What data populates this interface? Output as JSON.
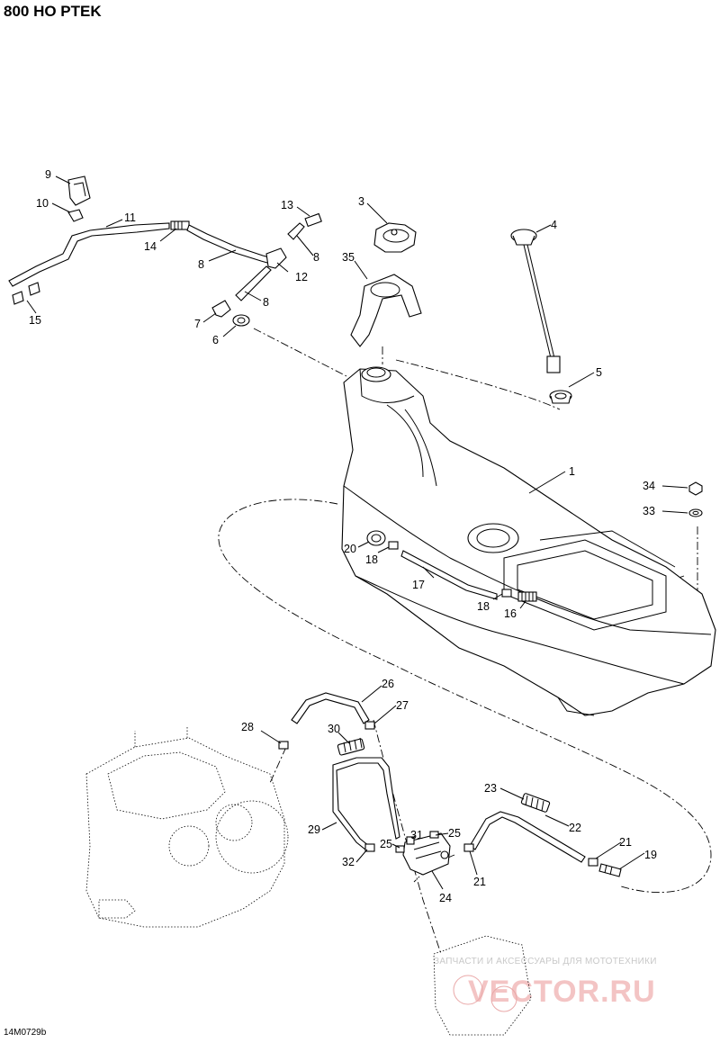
{
  "header": {
    "title": "800 HO PTEK"
  },
  "footer": {
    "code": "14M0729b"
  },
  "watermark": {
    "line1": "ЗАПЧАСТИ И АКСЕССУАРЫ ДЛЯ МОТОТЕХНИКИ",
    "line2": "VECTOR.RU",
    "color": "#f3c4c4"
  },
  "callouts": [
    "1",
    "4",
    "5",
    "3",
    "35",
    "9",
    "10",
    "11",
    "14",
    "13",
    "8",
    "8",
    "12",
    "8",
    "7",
    "6",
    "15",
    "34",
    "33",
    "20",
    "18",
    "17",
    "18",
    "16",
    "26",
    "27",
    "28",
    "30",
    "23",
    "22",
    "21",
    "19",
    "29",
    "31",
    "25",
    "25",
    "32",
    "21",
    "24"
  ]
}
